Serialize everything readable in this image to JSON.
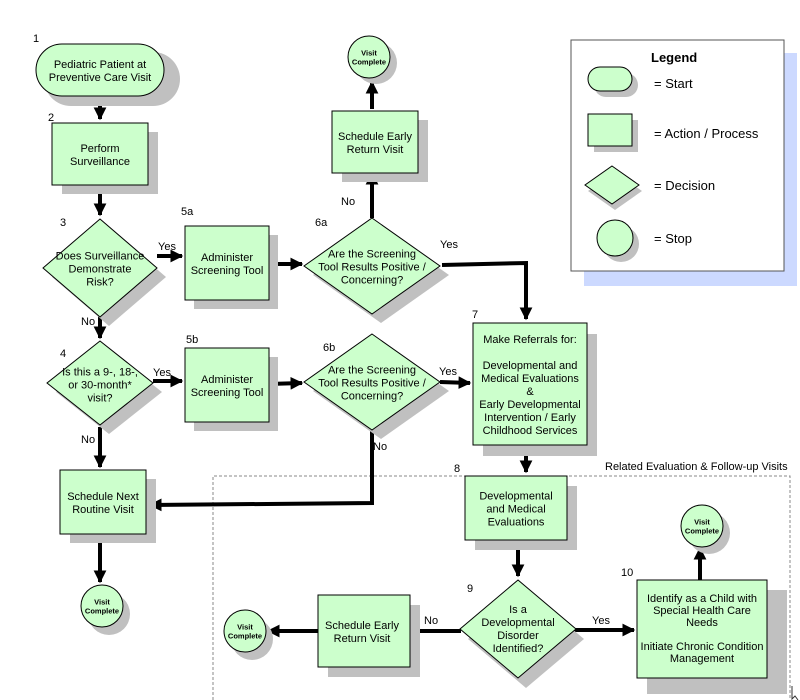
{
  "numbers": {
    "n1": "1",
    "n2": "2",
    "n3": "3",
    "n4": "4",
    "n5a": "5a",
    "n5b": "5b",
    "n6a": "6a",
    "n6b": "6b",
    "n7": "7",
    "n8": "8",
    "n9": "9",
    "n10": "10"
  },
  "nodes": {
    "start": [
      "Pediatric Patient at",
      "Preventive Care Visit"
    ],
    "surveillance": [
      "Perform",
      "Surveillance"
    ],
    "risk": [
      "Does Surveillance",
      "Demonstrate",
      "Risk?"
    ],
    "age_visit": [
      "Is this a 9-, 18-,",
      "or 30-month*",
      "visit?"
    ],
    "screen_a": [
      "Administer",
      "Screening Tool"
    ],
    "screen_b": [
      "Administer",
      "Screening Tool"
    ],
    "results_a": [
      "Are the Screening",
      "Tool Results Positive /",
      "Concerning?"
    ],
    "results_b": [
      "Are the Screening",
      "Tool Results Positive /",
      "Concerning?"
    ],
    "return_top": [
      "Schedule Early",
      "Return Visit"
    ],
    "referrals": [
      "Make Referrals for:",
      "",
      "Developmental and",
      "Medical Evaluations",
      "&",
      "Early Developmental",
      "Intervention / Early",
      "Childhood Services"
    ],
    "next_routine": [
      "Schedule Next",
      "Routine Visit"
    ],
    "dev_eval": [
      "Developmental",
      "and Medical",
      "Evaluations"
    ],
    "disorder": [
      "Is a",
      "Developmental",
      "Disorder",
      "Identified?"
    ],
    "return_bottom": [
      "Schedule Early",
      "Return Visit"
    ],
    "special": [
      "Identify as a Child with",
      "Special Health Care",
      "Needs",
      "",
      "Initiate Chronic Condition",
      "Management"
    ],
    "visit_complete": [
      "Visit",
      "Complete"
    ]
  },
  "edge_labels": {
    "yes": "Yes",
    "no": "No"
  },
  "legend": {
    "title": "Legend",
    "start": "= Start",
    "action": "= Action / Process",
    "decision": "= Decision",
    "stop": "= Stop"
  },
  "section_title": "Related Evaluation & Follow-up Visits",
  "colors": {
    "fill": "#ccffcc",
    "shadow": "#c0c0c0",
    "legend_shadow": "#ccd9ff",
    "stroke": "#000000"
  }
}
